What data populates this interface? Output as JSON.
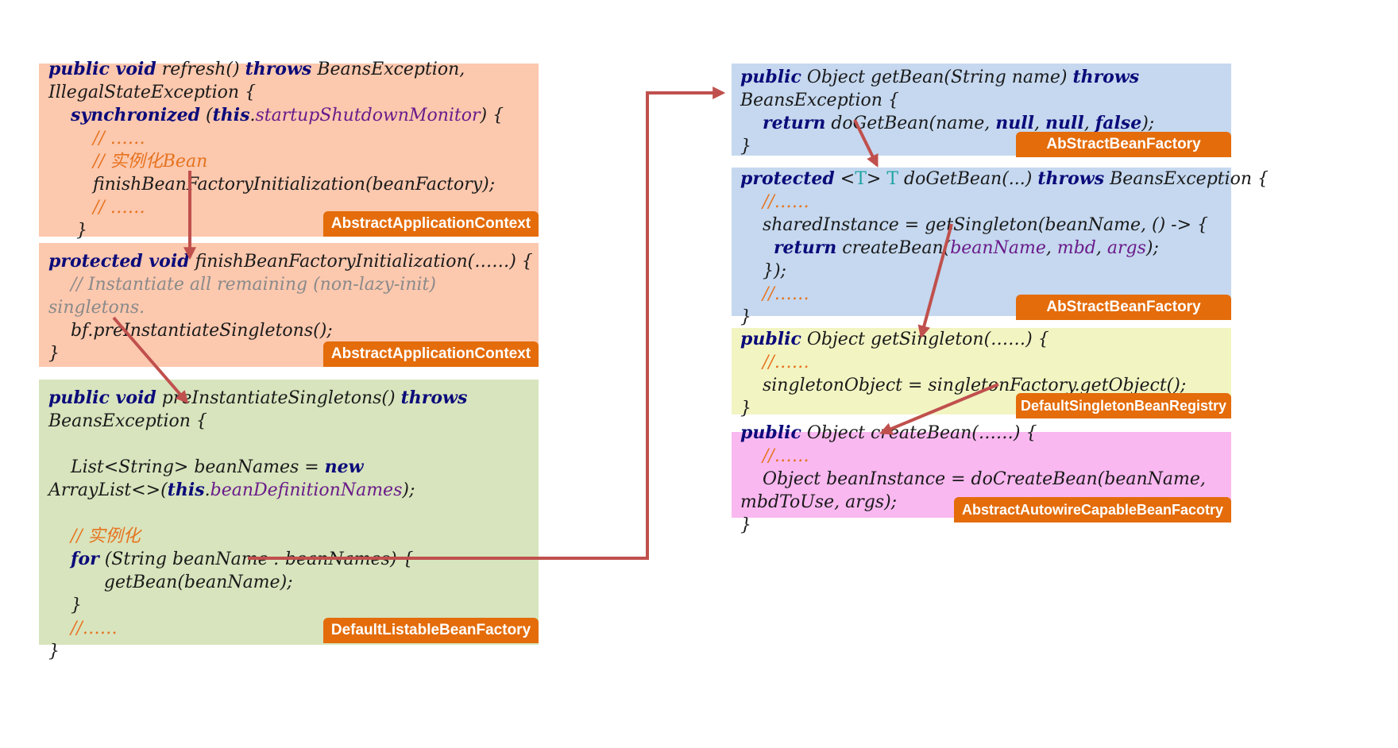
{
  "colors": {
    "orange_box": "#fcc8ae",
    "green_box": "#d8e4bd",
    "blue_box": "#c5d8ef",
    "yellow_box": "#f2f5c2",
    "pink_box": "#f9b8f0",
    "label": "#e46c0a",
    "arrow": "#c0504d"
  },
  "box1": {
    "label": "AbstractApplicationContext",
    "l1a": "public void",
    "l1b": " refresh() ",
    "l1c": "throws",
    "l1d": " BeansException,",
    "l2": "IllegalStateException {",
    "l3pre": "    ",
    "l3a": "synchronized",
    "l3b": " (",
    "l3c": "this",
    "l3d": ".",
    "l3e": "startupShutdownMonitor",
    "l3f": ") {",
    "l4": "        // ……",
    "l5": "        // 实例化Bean",
    "l6": "        finishBeanFactoryInitialization(beanFactory);",
    "l7": "        // ……",
    "l8": "     }",
    "l9": "}"
  },
  "box2": {
    "label": "AbstractApplicationContext",
    "l1a": "protected void",
    "l1b": " finishBeanFactoryInitialization(……) {",
    "l2": "    // Instantiate all remaining (non-lazy-init)",
    "l3": "singletons.",
    "l4": "    bf.preInstantiateSingletons();",
    "l5": "}"
  },
  "box3": {
    "label": "DefaultListableBeanFactory",
    "l1a": "public void",
    "l1b": " preInstantiateSingletons() ",
    "l1c": "throws",
    "l2": "BeansException {",
    "l4a": "    List<String> beanNames = ",
    "l4b": "new",
    "l5a": "ArrayList<>(",
    "l5b": "this",
    "l5c": ".",
    "l5d": "beanDefinitionNames",
    "l5e": ");",
    "l7": "    // 实例化",
    "l8a": "    ",
    "l8b": "for",
    "l8c": " (String beanName : beanNames) {",
    "l9": "          getBean(beanName);",
    "l10": "    }",
    "l11": "    //……",
    "l12": "}"
  },
  "box4": {
    "label": "AbStractBeanFactory",
    "l1a": "public",
    "l1b": " Object getBean(String name) ",
    "l1c": "throws",
    "l2": "BeansException {",
    "l3a": "    ",
    "l3b": "return",
    "l3c": " doGetBean(name, ",
    "l3d": "null",
    "l3e": ", ",
    "l3f": "null",
    "l3g": ", ",
    "l3h": "false",
    "l3i": ");",
    "l4": "}"
  },
  "box5": {
    "label": "AbStractBeanFactory",
    "l1a": "protected",
    "l1b": " <",
    "l1c": "T",
    "l1d": "> ",
    "l1e": "T",
    "l1f": " doGetBean(...) ",
    "l1g": "throws",
    "l1h": " BeansException {",
    "l2": "    //……",
    "l3": "    sharedInstance = getSingleton(beanName, () -> {",
    "l4a": "      ",
    "l4b": "return",
    "l4c": " createBean(",
    "l4d": "beanName",
    "l4e": ", ",
    "l4f": "mbd",
    "l4g": ", ",
    "l4h": "args",
    "l4i": ");",
    "l5": "    });",
    "l6": "    //……",
    "l7": "}"
  },
  "box6": {
    "label": "DefaultSingletonBeanRegistry",
    "l1a": "public",
    "l1b": " Object getSingleton(……) {",
    "l2": "    //……",
    "l3": "    singletonObject = singletonFactory.getObject();",
    "l4": "}"
  },
  "box7": {
    "label": "AbstractAutowireCapableBeanFacotry",
    "l1a": "public",
    "l1b": " Object createBean(……) {",
    "l2": "    //……",
    "l3": "    Object beanInstance = doCreateBean(beanName,",
    "l4": "mbdToUse, args);",
    "l5": "}"
  }
}
